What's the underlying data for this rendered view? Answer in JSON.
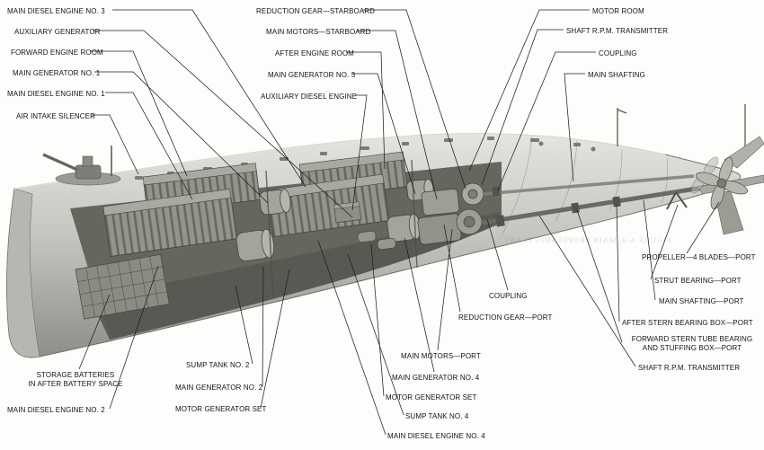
{
  "figure": {
    "illustration_name": "submarine-main-propulsion-plant-cutaway",
    "ghost_caption": "FIGURE A-4. MAIN PROPULSION PLANT",
    "colors": {
      "ink": "#141414",
      "paper": "#fdfdfb",
      "hull_light": "#e4e4e0",
      "hull_mid": "#c6c6c1",
      "hull_dark": "#8e8e88",
      "interior_shadow": "#66665f"
    },
    "labels": [
      {
        "id": "main-diesel-engine-no-3",
        "text": "MAIN DIESEL ENGINE NO. 3"
      },
      {
        "id": "auxiliary-generator",
        "text": "AUXILIARY GENERATOR"
      },
      {
        "id": "forward-engine-room",
        "text": "FORWARD ENGINE ROOM"
      },
      {
        "id": "main-generator-no-1",
        "text": "MAIN GENERATOR NO. 1"
      },
      {
        "id": "main-diesel-engine-no-1",
        "text": "MAIN DIESEL ENGINE NO. 1"
      },
      {
        "id": "air-intake-silencer",
        "text": "AIR INTAKE SILENCER"
      },
      {
        "id": "reduction-gear-starboard",
        "text": "REDUCTION GEAR—STARBOARD"
      },
      {
        "id": "main-motors-starboard",
        "text": "MAIN MOTORS—STARBOARD"
      },
      {
        "id": "after-engine-room",
        "text": "AFTER ENGINE ROOM"
      },
      {
        "id": "main-generator-no-3",
        "text": "MAIN GENERATOR NO. 3"
      },
      {
        "id": "auxiliary-diesel-engine",
        "text": "AUXILIARY DIESEL ENGINE"
      },
      {
        "id": "motor-room",
        "text": "MOTOR ROOM"
      },
      {
        "id": "shaft-rpm-transmitter-upper",
        "text": "SHAFT R.P.M. TRANSMITTER"
      },
      {
        "id": "coupling-starboard",
        "text": "COUPLING"
      },
      {
        "id": "main-shafting",
        "text": "MAIN SHAFTING"
      },
      {
        "id": "propeller-4-blades-port",
        "text": "PROPELLER—4 BLADES—PORT"
      },
      {
        "id": "strut-bearing-port",
        "text": "STRUT BEARING—PORT"
      },
      {
        "id": "main-shafting-port",
        "text": "MAIN SHAFTING—PORT"
      },
      {
        "id": "after-stern-bearing-box-port",
        "text": "AFTER STERN BEARING BOX—PORT"
      },
      {
        "id": "forward-stern-tube-bearing-and-stuffing-box-port",
        "line1": "FORWARD STERN TUBE BEARING",
        "line2": "AND STUFFING BOX—PORT"
      },
      {
        "id": "shaft-rpm-transmitter-lower",
        "text": "SHAFT R.P.M. TRANSMITTER"
      },
      {
        "id": "storage-batteries-in-after-battery-space",
        "line1": "STORAGE BATTERIES",
        "line2": "IN AFTER BATTERY SPACE"
      },
      {
        "id": "main-diesel-engine-no-2",
        "text": "MAIN DIESEL ENGINE NO. 2"
      },
      {
        "id": "sump-tank-no-2",
        "text": "SUMP TANK NO. 2"
      },
      {
        "id": "main-generator-no-2",
        "text": "MAIN GENERATOR NO. 2"
      },
      {
        "id": "motor-generator-set-forward",
        "text": "MOTOR GENERATOR SET"
      },
      {
        "id": "main-motors-port",
        "text": "MAIN MOTORS—PORT"
      },
      {
        "id": "main-generator-no-4",
        "text": "MAIN GENERATOR NO. 4"
      },
      {
        "id": "motor-generator-set-after",
        "text": "MOTOR GENERATOR SET"
      },
      {
        "id": "sump-tank-no-4",
        "text": "SUMP TANK NO. 4"
      },
      {
        "id": "main-diesel-engine-no-4",
        "text": "MAIN DIESEL ENGINE NO. 4"
      },
      {
        "id": "coupling-port",
        "text": "COUPLING"
      },
      {
        "id": "reduction-gear-port",
        "text": "REDUCTION GEAR—PORT"
      }
    ]
  }
}
